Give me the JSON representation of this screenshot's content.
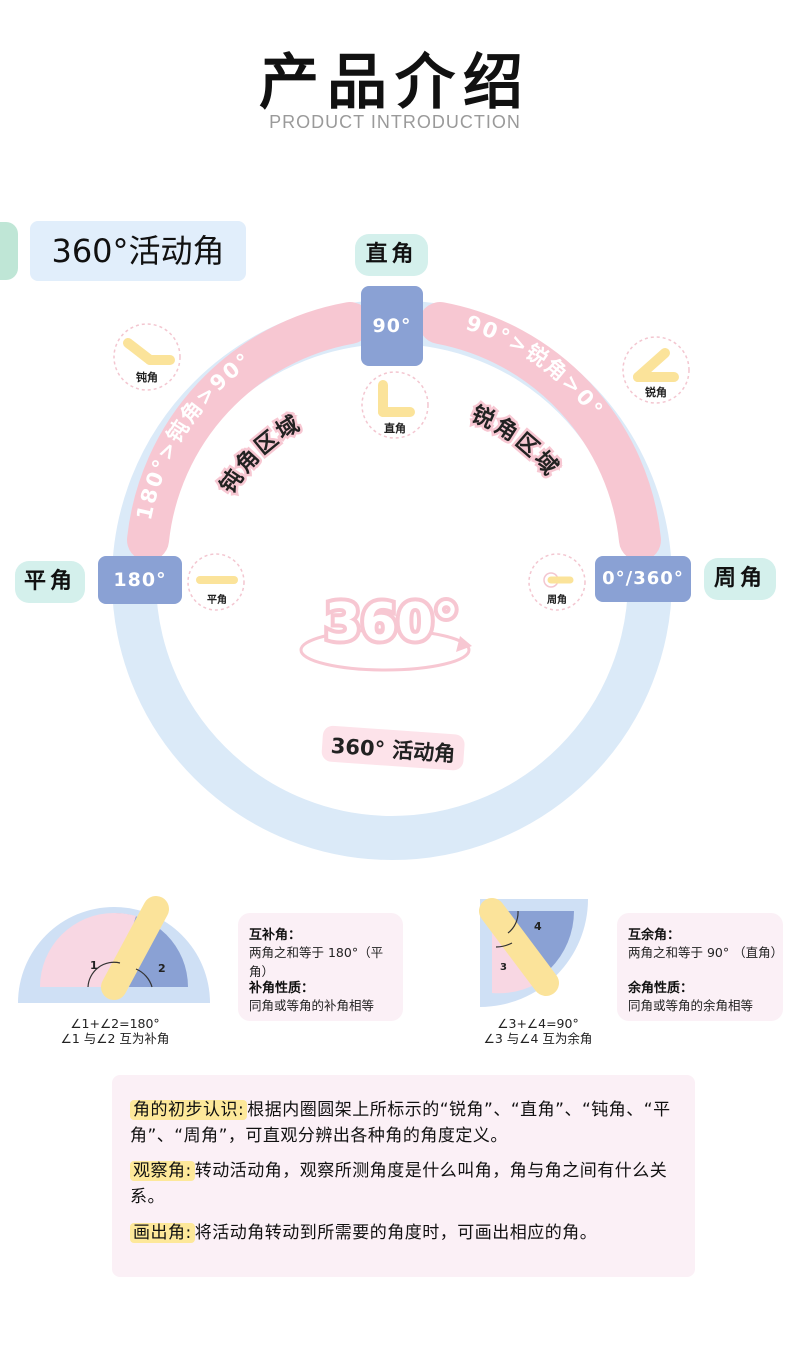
{
  "header": {
    "title": "产品介绍",
    "subtitle": "PRODUCT INTRODUCTION"
  },
  "badge_label": "360°活动角",
  "ring": {
    "top_label": "直角",
    "top_degree": "90°",
    "left_label": "平角",
    "left_degree": "180°",
    "right_label": "周角",
    "right_degree": "0°/360°",
    "left_arc_text": "180°>钝角>90°",
    "right_arc_text": "90°>锐角>0°",
    "left_zone": "钝角区域",
    "right_zone": "锐角区域",
    "center_text": "360°",
    "bottom_text": "360° 活动角",
    "icons": {
      "obtuse": "钝角",
      "acute": "锐角",
      "right": "直角",
      "straight": "平角",
      "full": "周角"
    }
  },
  "supplementary": {
    "diagram_labels": [
      "1",
      "2"
    ],
    "formula_line1": "∠1+∠2=180°",
    "formula_line2": "∠1 与∠2 互为补角",
    "card_title1": "互补角：",
    "card_text1": "两角之和等于 180°（平角）",
    "card_title2": "补角性质：",
    "card_text2": "同角或等角的补角相等"
  },
  "complementary": {
    "diagram_labels": [
      "3",
      "4"
    ],
    "formula_line1": "∠3+∠4=90°",
    "formula_line2": "∠3 与∠4 互为余角",
    "card_title1": "互余角：",
    "card_text1": "两角之和等于 90° （直角）",
    "card_title2": "余角性质：",
    "card_text2": "同角或等角的余角相等"
  },
  "notes": {
    "p1_key": "角的初步认识:",
    "p1_text": "根据内圈圆架上所标示的“锐角”、“直角”、“钝角、“平角”、“周角”，可直观分辨出各种角的角度定义。",
    "p2_key": "观察角:",
    "p2_text": "转动活动角，观察所测角度是什么叫角，角与角之间有什么关系。",
    "p3_key": "画出角:",
    "p3_text": "将活动角转动到所需要的角度时，可画出相应的角。"
  },
  "colors": {
    "ring_blue": "#dbeaf8",
    "ring_pink": "#f7c7d2",
    "degree_box": "#8aa1d4",
    "label_mint": "#d4f0ec",
    "card_pink": "#fbf0f6",
    "highlight": "#fde89a",
    "arm_yellow": "#fbe39a"
  }
}
